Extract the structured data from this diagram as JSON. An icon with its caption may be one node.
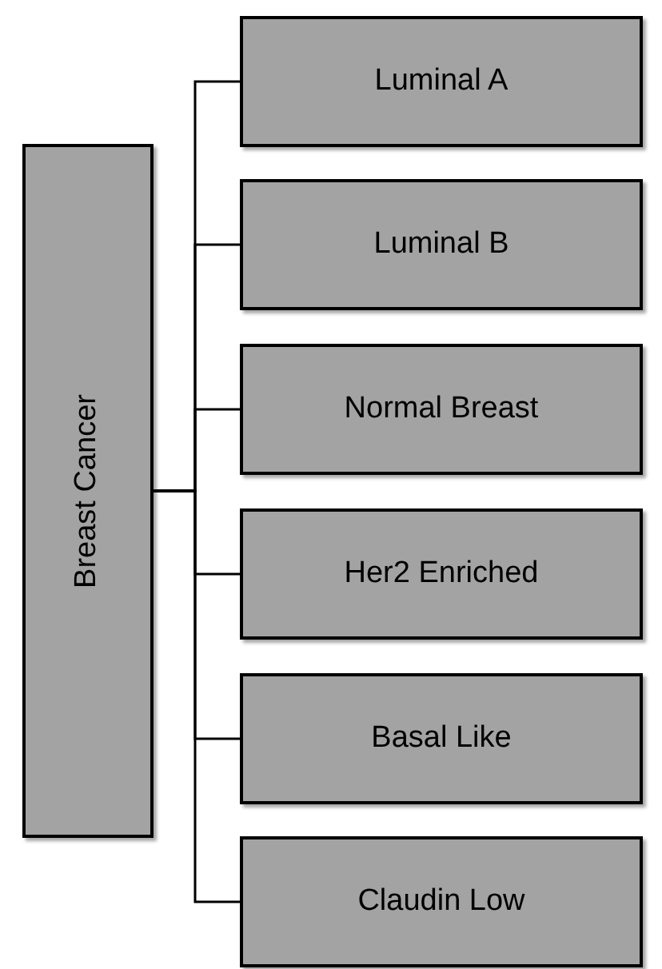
{
  "diagram": {
    "nodes": [
      {
        "text": [
          "Breast Cancer"
        ]
      },
      {
        "text": [
          "Luminal A"
        ]
      },
      {
        "text": [
          "Luminal B"
        ]
      },
      {
        "text": [
          "Normal Breast"
        ]
      },
      {
        "text": [
          "Her2 Enriched"
        ]
      },
      {
        "text": [
          "Basal Like"
        ]
      },
      {
        "text": [
          "Claudin Low"
        ]
      }
    ],
    "edges": [
      {
        "from": 0,
        "to": 1,
        "arrow": "none"
      },
      {
        "from": 0,
        "to": 2,
        "arrow": "none"
      },
      {
        "from": 0,
        "to": 3,
        "arrow": "none"
      },
      {
        "from": 0,
        "to": 4,
        "arrow": "none"
      },
      {
        "from": 0,
        "to": 5,
        "arrow": "none"
      },
      {
        "from": 0,
        "to": 6,
        "arrow": "none"
      }
    ]
  }
}
